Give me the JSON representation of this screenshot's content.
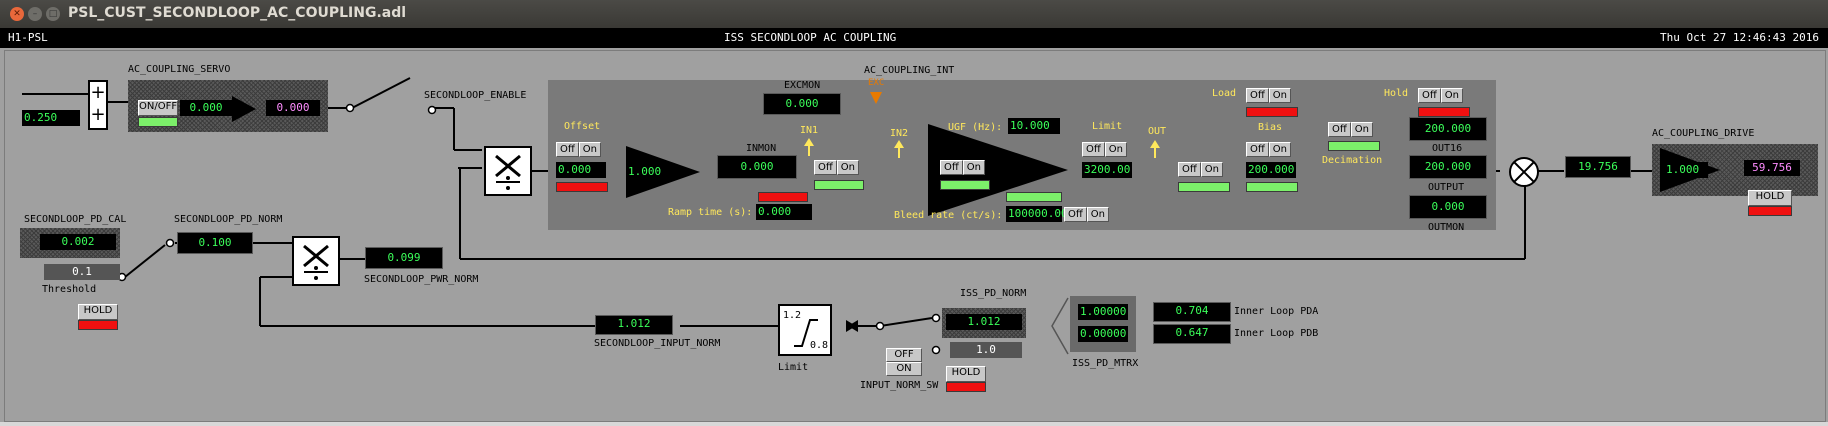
{
  "window": {
    "title": "PSL_CUST_SECONDLOOP_AC_COUPLING.adl"
  },
  "header": {
    "left": "H1-PSL",
    "center": "ISS SECONDLOOP AC COUPLING",
    "right": "Thu Oct 27 12:46:43 2016"
  },
  "servo": {
    "label": "AC_COUPLING_SERVO",
    "input": "0.250",
    "onoff": "ON/OFF",
    "gain_in": "0.000",
    "gain_out": "0.000"
  },
  "enable": {
    "label": "SECONDLOOP_ENABLE"
  },
  "pd_cal": {
    "label": "SECONDLOOP_PD_CAL",
    "value": "0.002",
    "threshold_value": "0.1",
    "threshold_label": "Threshold",
    "hold": "HOLD"
  },
  "pd_norm": {
    "label": "SECONDLOOP_PD_NORM",
    "value": "0.100"
  },
  "pwr_norm": {
    "label": "SECONDLOOP_PWR_NORM",
    "value": "0.099"
  },
  "input_norm": {
    "label": "SECONDLOOP_INPUT_NORM",
    "value": "1.012"
  },
  "limit_block": {
    "label": "Limit",
    "hi": "1.2",
    "lo": "0.8"
  },
  "int": {
    "label": "AC_COUPLING_INT",
    "exc": "EXC",
    "excmon_label": "EXCMON",
    "excmon": "0.000",
    "offset_label": "Offset",
    "offset_value": "0.000",
    "off": "Off",
    "on": "On",
    "gain_value": "1.000",
    "inmon_label": "INMON",
    "inmon": "0.000",
    "in1": "IN1",
    "in2": "IN2",
    "ramp_label": "Ramp time (s):",
    "ramp_value": "0.000",
    "ugf_label": "UGF (Hz):",
    "ugf_value": "10.000",
    "bleed_label": "Bleed rate (ct/s):",
    "bleed_value": "100000.00",
    "limit_label": "Limit",
    "limit_value": "3200.00",
    "out": "OUT",
    "load_label": "Load",
    "hold_label": "Hold",
    "bias_label": "Bias",
    "bias_value": "200.000",
    "decimation_label": "Decimation",
    "out16_value": "200.000",
    "out16_label": "OUT16",
    "output_value": "200.000",
    "output_label": "OUTPUT",
    "outmon_value": "0.000",
    "outmon_label": "OUTMON"
  },
  "sum_value": "19.756",
  "drive": {
    "label": "AC_COUPLING_DRIVE",
    "gain": "1.000",
    "value": "59.756",
    "hold": "HOLD"
  },
  "iss_pd_norm": {
    "label": "ISS_PD_NORM",
    "value": "1.012",
    "setting": "1.0",
    "hold": "HOLD"
  },
  "input_norm_sw": {
    "label": "INPUT_NORM_SW",
    "off": "OFF",
    "on": "ON"
  },
  "mtrx": {
    "label": "ISS_PD_MTRX",
    "a": "1.00000",
    "b": "0.00000",
    "pda_value": "0.704",
    "pdb_value": "0.647",
    "pda_label": "Inner Loop PDA",
    "pdb_label": "Inner Loop PDB"
  },
  "colors": {
    "readback": "#3bff5a",
    "alarm": "#f01010",
    "ok": "#7cf06a",
    "label_yellow": "#ffe85c"
  }
}
